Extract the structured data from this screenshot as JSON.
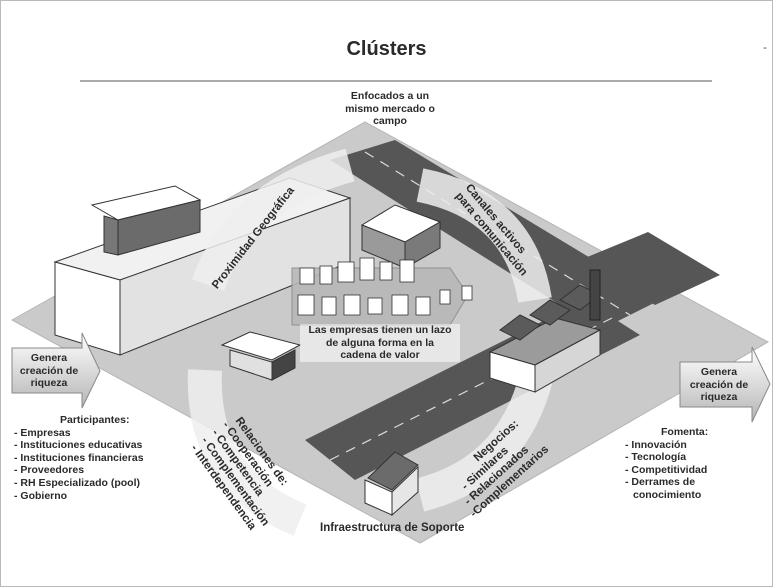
{
  "title": "Clústers",
  "corner_mark": "-",
  "focus_label": [
    "Enfocados a un",
    "mismo mercado o",
    "campo"
  ],
  "proximity_label": "Proximidad Geográfica",
  "channels_label": [
    "Canales activos",
    "para comunicación"
  ],
  "value_chain_label": [
    "Las empresas tienen un lazo",
    "de alguna forma en la",
    "cadena de valor"
  ],
  "left_arrow": [
    "Genera",
    "creación de",
    "riqueza"
  ],
  "right_arrow": [
    "Genera",
    "creación de",
    "riqueza"
  ],
  "participants": {
    "heading": "Participantes:",
    "items": [
      "- Empresas",
      "- Instituciones educativas",
      "- Instituciones financieras",
      "- Proveedores",
      "- RH Especializado (pool)",
      "- Gobierno"
    ]
  },
  "relations": {
    "heading": "Relaciones de:",
    "items": [
      "- Cooperación",
      "- Competencia",
      "- Complementación",
      "- Interdependencia"
    ]
  },
  "business": {
    "heading": "Negocios:",
    "items": [
      "- Similares",
      "- Relacionados",
      "-Complementarios"
    ]
  },
  "fosters": {
    "heading": "Fomenta:",
    "items": [
      "- Innovación",
      "- Tecnología",
      "- Competitividad",
      "- Derrames de",
      "conocimiento"
    ]
  },
  "infrastructure_label": "Infraestructura de Soporte",
  "colors": {
    "ground": "#c9c9c9",
    "road": "#555555",
    "roof_dark": "#6e6e6e",
    "arrow_gray": "#bdbdbd"
  }
}
